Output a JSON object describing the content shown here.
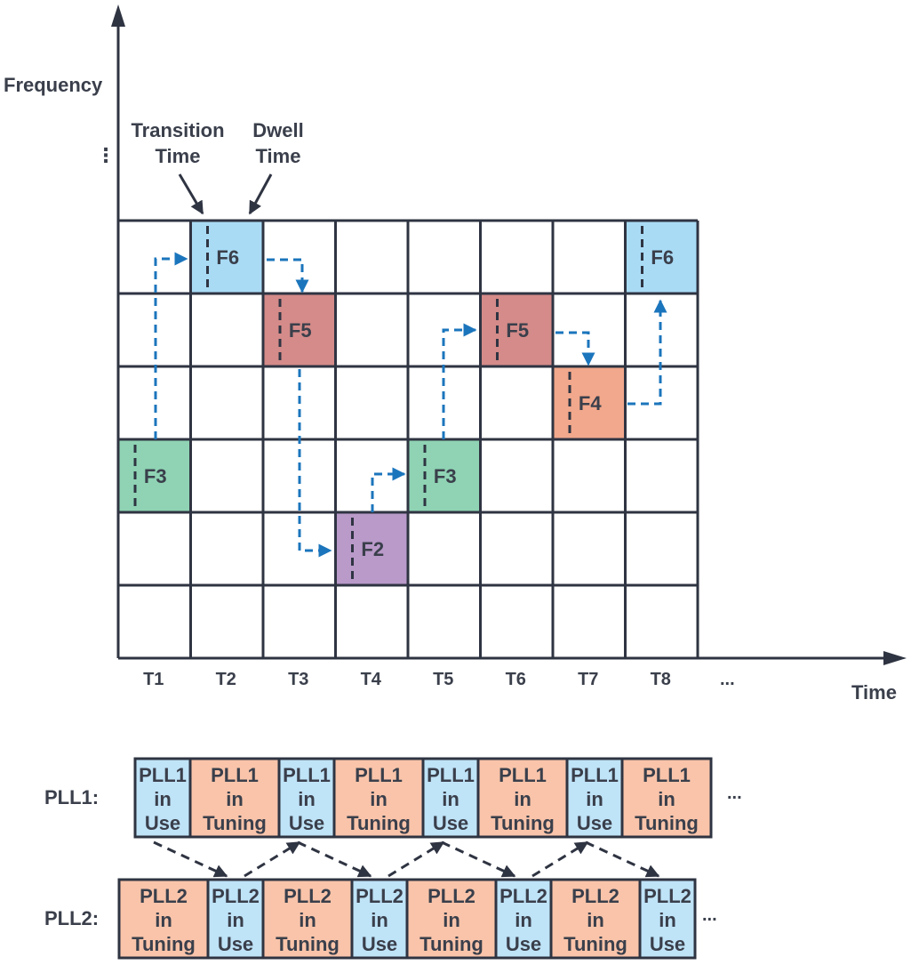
{
  "axes": {
    "y_label": "Frequency",
    "x_label": "Time",
    "y_ellipsis": "⋮",
    "x_ellipsis": "..."
  },
  "annotations": {
    "transition": [
      "Transition",
      "Time"
    ],
    "dwell": [
      "Dwell",
      "Time"
    ]
  },
  "time_slots": [
    "T1",
    "T2",
    "T3",
    "T4",
    "T5",
    "T6",
    "T7",
    "T8"
  ],
  "hops": [
    {
      "slot": 0,
      "label": "F3",
      "color": "#8fd3b4"
    },
    {
      "slot": 1,
      "label": "F6",
      "color": "#a9dbf5"
    },
    {
      "slot": 2,
      "label": "F5",
      "color": "#d48b89"
    },
    {
      "slot": 3,
      "label": "F2",
      "color": "#b99ac9"
    },
    {
      "slot": 4,
      "label": "F3",
      "color": "#8fd3b4"
    },
    {
      "slot": 5,
      "label": "F5",
      "color": "#d48b89"
    },
    {
      "slot": 6,
      "label": "F4",
      "color": "#f2a88c"
    },
    {
      "slot": 7,
      "label": "F6",
      "color": "#a9dbf5"
    }
  ],
  "pll1": {
    "label": "PLL1:",
    "blocks": [
      [
        "PLL1",
        "in",
        "Use"
      ],
      [
        "PLL1",
        "in",
        "Tuning"
      ],
      [
        "PLL1",
        "in",
        "Use"
      ],
      [
        "PLL1",
        "in",
        "Tuning"
      ],
      [
        "PLL1",
        "in",
        "Use"
      ],
      [
        "PLL1",
        "in",
        "Tuning"
      ],
      [
        "PLL1",
        "in",
        "Use"
      ],
      [
        "PLL1",
        "in",
        "Tuning"
      ]
    ],
    "ellipsis": "..."
  },
  "pll2": {
    "label": "PLL2:",
    "blocks": [
      [
        "PLL2",
        "in",
        "Tuning"
      ],
      [
        "PLL2",
        "in",
        "Use"
      ],
      [
        "PLL2",
        "in",
        "Tuning"
      ],
      [
        "PLL2",
        "in",
        "Use"
      ],
      [
        "PLL2",
        "in",
        "Tuning"
      ],
      [
        "PLL2",
        "in",
        "Use"
      ],
      [
        "PLL2",
        "in",
        "Tuning"
      ],
      [
        "PLL2",
        "in",
        "Use"
      ]
    ],
    "ellipsis": "..."
  },
  "colors": {
    "text": "#3a3f4b",
    "grid": "#2f3442",
    "arrow": "#1b75bc",
    "use": "#bfe3f7",
    "tuning": "#f9c4aa"
  }
}
